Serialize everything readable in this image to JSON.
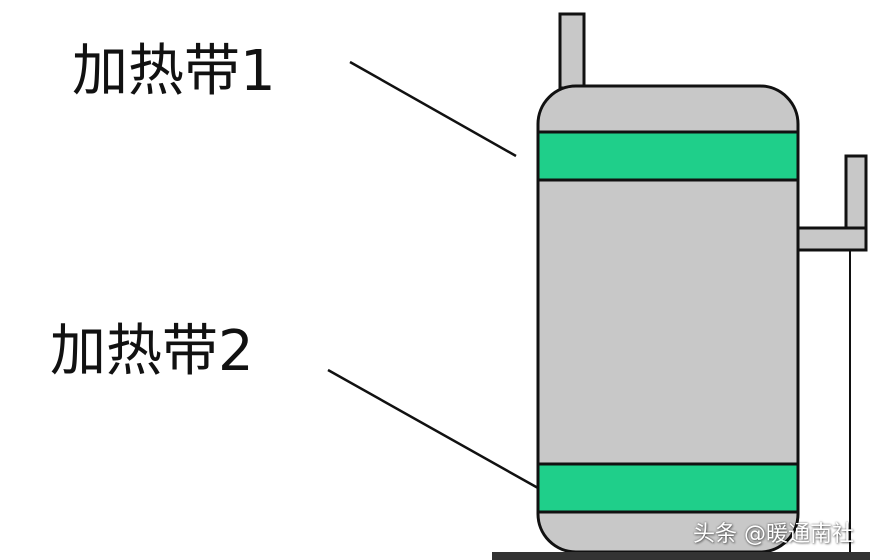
{
  "labels": {
    "heater_band_1": "加热带1",
    "heater_band_2": "加热带2"
  },
  "watermark": "头条 @暖通南社",
  "colors": {
    "tank_body": "#c8c8c8",
    "heater_band": "#1fcf8a",
    "outline": "#111111",
    "background": "#ffffff"
  }
}
